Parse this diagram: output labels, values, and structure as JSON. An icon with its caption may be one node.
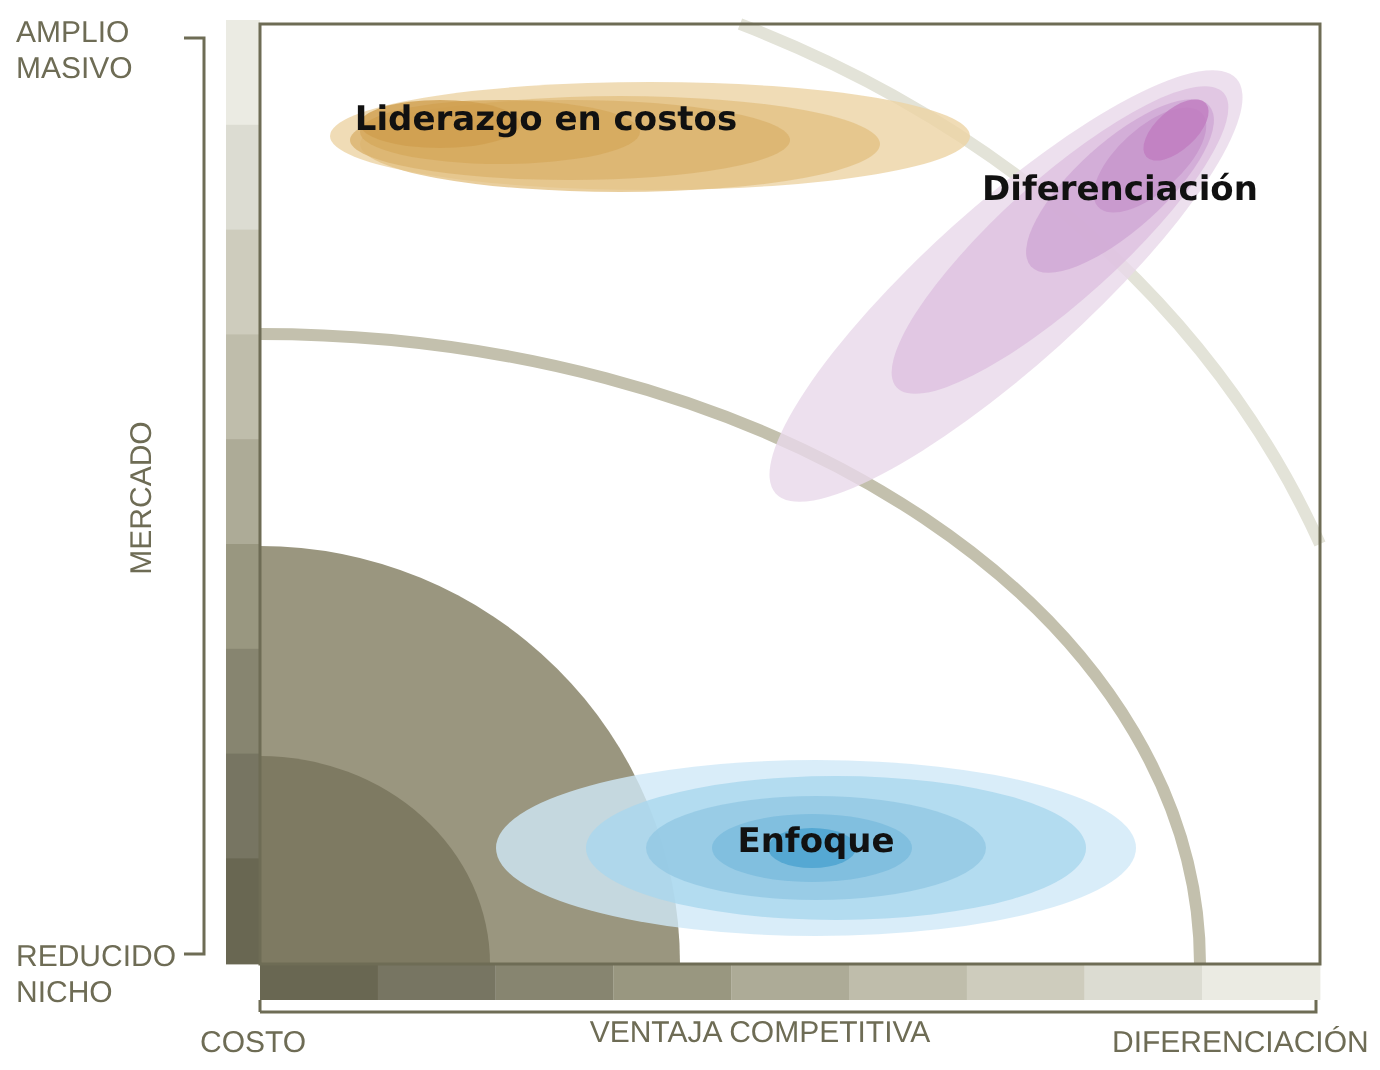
{
  "diagram": {
    "nodes": [
      {
        "text": [
          "Liderazgo en costos"
        ]
      },
      {
        "text": [
          "Diferenciación"
        ]
      },
      {
        "text": [
          "Enfoque"
        ]
      }
    ],
    "labels": [
      "AMPLIO MASIVO",
      "MERCADO",
      "REDUCIDO NICHO",
      "COSTO",
      "VENTAJA COMPETITIVA",
      "DIFERENCIACIÓN"
    ]
  }
}
